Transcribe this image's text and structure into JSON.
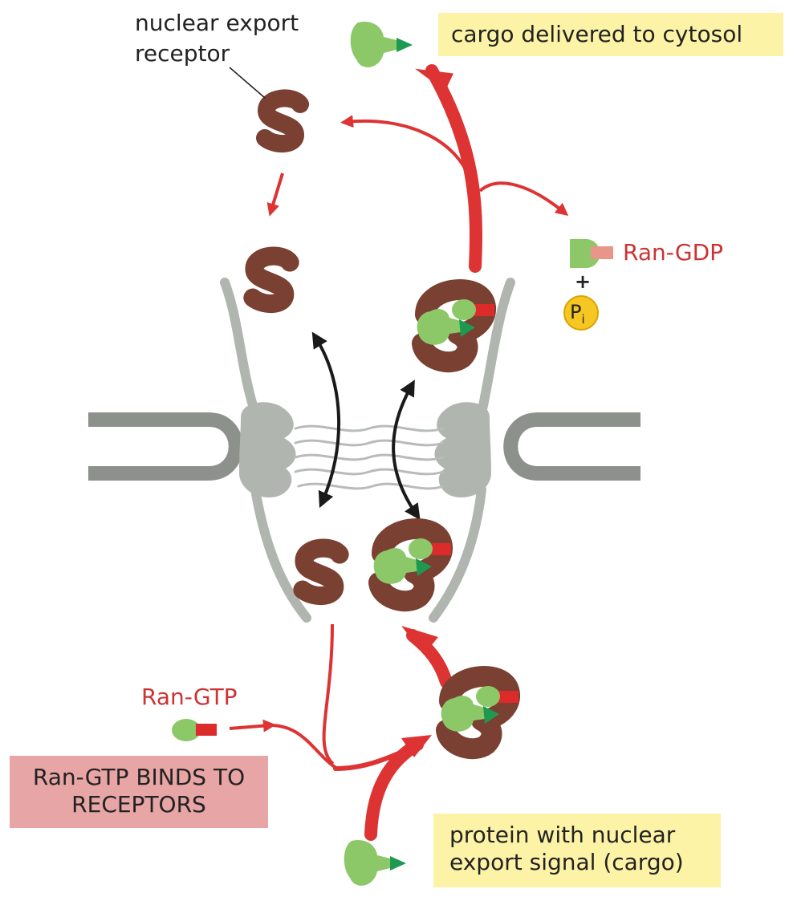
{
  "labels": {
    "receptor_line1": "nuclear export",
    "receptor_line2": "receptor",
    "cargo_delivered": "cargo delivered to cytosol",
    "ran_gdp": "Ran-GDP",
    "plus": "+",
    "pi_main": "P",
    "pi_sub": "i",
    "ran_gtp": "Ran-GTP",
    "binds_line1": "Ran-GTP BINDS TO",
    "binds_line2": "RECEPTORS",
    "protein_line1": "protein with nuclear",
    "protein_line2": "export signal (cargo)"
  },
  "colors": {
    "receptor": "#7a4032",
    "pore": "#b0b5b0",
    "envelope": "#8c918c",
    "arrow_red": "#dd3333",
    "arrow_black": "#1a1a1a",
    "cargo_light_green": "#8cc868",
    "signal_dark_green": "#1e9a50",
    "ran_gtp_red": "#dd2a2a",
    "ran_gdp_pink": "#e8968a",
    "pi_yellow": "#f6c623",
    "label_box_yellow": "#fdf3a6",
    "label_box_pink": "#e8a5a5"
  }
}
